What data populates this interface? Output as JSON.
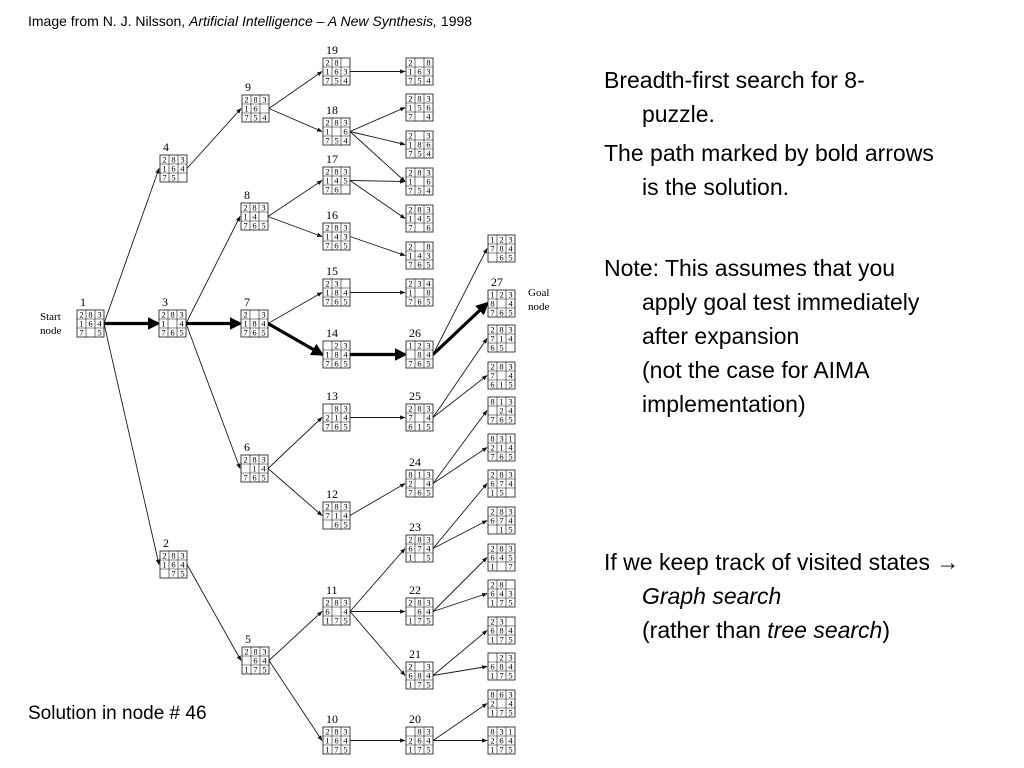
{
  "credit": {
    "prefix": "Image from N. J. Nilsson, ",
    "book": "Artificial Intelligence – A New Synthesis,",
    "year": " 1998"
  },
  "notes": {
    "line1": "Breadth-first search for 8-puzzle.",
    "line2": "The path marked by bold arrows is the solution.",
    "line3_main": "Note: This assumes that you apply goal test immediately after expansion",
    "line3_sub": "(not the case for AIMA implementation)",
    "line4_a": "If we keep track of visited states ",
    "line4_arrow": "→",
    "line4_b": "Graph search",
    "line4_c": "(rather than ",
    "line4_d": "tree search",
    "line4_e": ")"
  },
  "solution_text": "Solution in node # 46",
  "labels": {
    "start": [
      "Start",
      "node"
    ],
    "goal": [
      "Goal",
      "node"
    ]
  },
  "nodes": [
    {
      "id": "1",
      "num": "1",
      "grid": "283164705"
    },
    {
      "id": "4",
      "num": "4",
      "grid": "283164750"
    },
    {
      "id": "3",
      "num": "3",
      "grid": "283104765"
    },
    {
      "id": "2",
      "num": "2",
      "grid": "283164075"
    },
    {
      "id": "9",
      "num": "9",
      "grid": "283160754"
    },
    {
      "id": "8",
      "num": "8",
      "grid": "283140765"
    },
    {
      "id": "7",
      "num": "7",
      "grid": "203184765"
    },
    {
      "id": "6",
      "num": "6",
      "grid": "283014765"
    },
    {
      "id": "5",
      "num": "5",
      "grid": "283064175"
    },
    {
      "id": "19",
      "num": "19",
      "grid": "280163754"
    },
    {
      "id": "18",
      "num": "18",
      "grid": "283106754"
    },
    {
      "id": "17",
      "num": "17",
      "grid": "283145760"
    },
    {
      "id": "16",
      "num": "16",
      "grid": "283143765"
    },
    {
      "id": "15",
      "num": "15",
      "grid": "230184765"
    },
    {
      "id": "14",
      "num": "14",
      "grid": "023184765"
    },
    {
      "id": "13",
      "num": "13",
      "grid": "083214765"
    },
    {
      "id": "12",
      "num": "12",
      "grid": "283714065"
    },
    {
      "id": "11",
      "num": "11",
      "grid": "283604175"
    },
    {
      "id": "10",
      "num": "10",
      "grid": "283164175"
    },
    {
      "id": "a1",
      "num": "",
      "grid": "208163754"
    },
    {
      "id": "a2",
      "num": "",
      "grid": "283156704"
    },
    {
      "id": "a3",
      "num": "",
      "grid": "203186754"
    },
    {
      "id": "a4",
      "num": "",
      "grid": "283106754"
    },
    {
      "id": "a5",
      "num": "",
      "grid": "283145706"
    },
    {
      "id": "a6",
      "num": "",
      "grid": "208143765"
    },
    {
      "id": "a7",
      "num": "",
      "grid": "234108765"
    },
    {
      "id": "26",
      "num": "26",
      "grid": "123084765"
    },
    {
      "id": "25",
      "num": "25",
      "grid": "283704615"
    },
    {
      "id": "24",
      "num": "24",
      "grid": "813204765"
    },
    {
      "id": "23",
      "num": "23",
      "grid": "283674105"
    },
    {
      "id": "22",
      "num": "22",
      "grid": "283064175"
    },
    {
      "id": "21",
      "num": "21",
      "grid": "203684175"
    },
    {
      "id": "20",
      "num": "20",
      "grid": "083264175"
    },
    {
      "id": "b1",
      "num": "",
      "grid": "123784065"
    },
    {
      "id": "27",
      "num": "27",
      "grid": "123804765"
    },
    {
      "id": "b2",
      "num": "",
      "grid": "283714650"
    },
    {
      "id": "b3",
      "num": "",
      "grid": "283704615"
    },
    {
      "id": "b4",
      "num": "",
      "grid": "813024765"
    },
    {
      "id": "b5",
      "num": "",
      "grid": "831214765"
    },
    {
      "id": "b6",
      "num": "",
      "grid": "283674150"
    },
    {
      "id": "b7",
      "num": "",
      "grid": "283674015"
    },
    {
      "id": "b8",
      "num": "",
      "grid": "283645107"
    },
    {
      "id": "b9",
      "num": "",
      "grid": "280643175"
    },
    {
      "id": "b10",
      "num": "",
      "grid": "230684175"
    },
    {
      "id": "b11",
      "num": "",
      "grid": "023684175"
    },
    {
      "id": "b12",
      "num": "",
      "grid": "863204175"
    },
    {
      "id": "b13",
      "num": "",
      "grid": "831264175"
    }
  ],
  "edges": [
    [
      "1",
      "4"
    ],
    [
      "1",
      "3"
    ],
    [
      "1",
      "2"
    ],
    [
      "4",
      "9"
    ],
    [
      "3",
      "8"
    ],
    [
      "3",
      "7"
    ],
    [
      "3",
      "6"
    ],
    [
      "2",
      "5"
    ],
    [
      "9",
      "19"
    ],
    [
      "9",
      "18"
    ],
    [
      "8",
      "17"
    ],
    [
      "8",
      "16"
    ],
    [
      "7",
      "15"
    ],
    [
      "7",
      "14"
    ],
    [
      "6",
      "13"
    ],
    [
      "6",
      "12"
    ],
    [
      "5",
      "11"
    ],
    [
      "5",
      "10"
    ],
    [
      "19",
      "a1"
    ],
    [
      "18",
      "a2"
    ],
    [
      "18",
      "a3"
    ],
    [
      "18",
      "a4"
    ],
    [
      "17",
      "a5"
    ],
    [
      "17",
      "a4"
    ],
    [
      "16",
      "a6"
    ],
    [
      "15",
      "a7"
    ],
    [
      "14",
      "26"
    ],
    [
      "13",
      "25"
    ],
    [
      "12",
      "24"
    ],
    [
      "11",
      "23"
    ],
    [
      "11",
      "22"
    ],
    [
      "11",
      "21"
    ],
    [
      "10",
      "20"
    ],
    [
      "26",
      "b1"
    ],
    [
      "26",
      "27"
    ],
    [
      "25",
      "b2"
    ],
    [
      "25",
      "b3"
    ],
    [
      "24",
      "b4"
    ],
    [
      "24",
      "b5"
    ],
    [
      "23",
      "b6"
    ],
    [
      "23",
      "b7"
    ],
    [
      "22",
      "b8"
    ],
    [
      "22",
      "b9"
    ],
    [
      "21",
      "b10"
    ],
    [
      "21",
      "b11"
    ],
    [
      "20",
      "b12"
    ],
    [
      "20",
      "b13"
    ]
  ],
  "solution_path": [
    [
      "1",
      "3"
    ],
    [
      "3",
      "7"
    ],
    [
      "7",
      "14"
    ],
    [
      "14",
      "26"
    ],
    [
      "26",
      "27"
    ]
  ]
}
